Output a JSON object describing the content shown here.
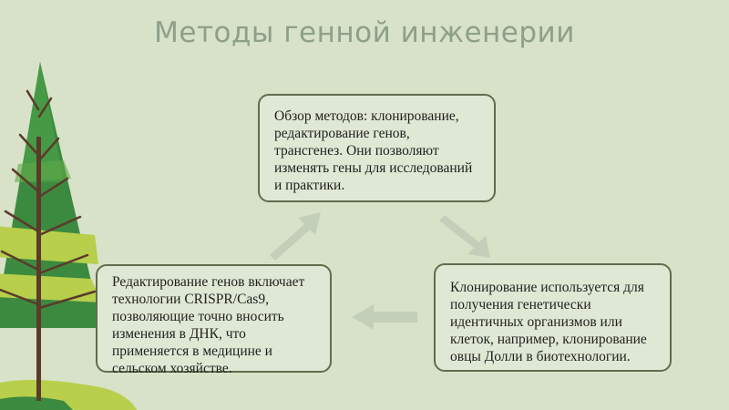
{
  "title": "Методы генной инженерии",
  "nodes": [
    {
      "id": "overview",
      "text": "Обзор методов: клонирование, редактирование генов, трансгенез. Они позволяют изменять гены для исследований и практики."
    },
    {
      "id": "editing",
      "text": "Редактирование генов включает технологии CRISPR/Cas9, позволяющие точно вносить изменения в ДНК, что применяется в медицине и сельском хозяйстве."
    },
    {
      "id": "cloning",
      "text": "Клонирование используется для получения генетически идентичных организмов или клеток, например, клонирование овцы Долли в биотехнологии."
    }
  ],
  "cycle_direction": "clockwise",
  "colors": {
    "background": "#d7e2c8",
    "title": "#8ea08a",
    "box_border": "#5f6d4d",
    "arrow": "#c4cfba",
    "tree_green": "#3c8a3f",
    "tree_light": "#b7cf4a"
  },
  "icons": [
    "pine-tree-icon",
    "cycle-arrows"
  ]
}
